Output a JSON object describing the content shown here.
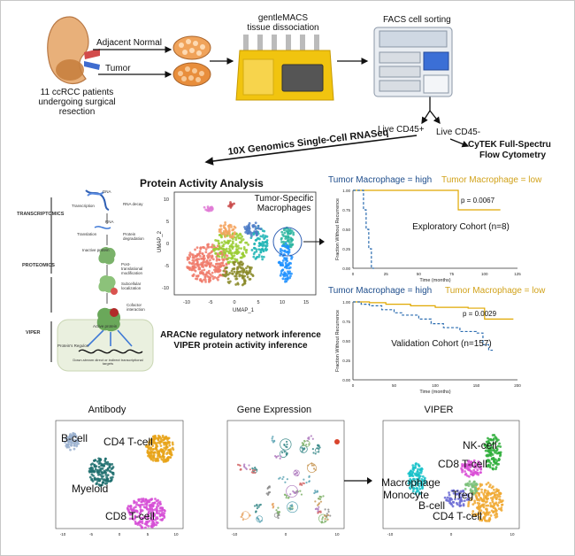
{
  "workflow": {
    "adjacent_normal": "Adjacent Normal",
    "tumor": "Tumor",
    "patients": [
      "11 ccRCC patients",
      "undergoing surgical",
      "resection"
    ],
    "gentlemacs": [
      "gentleMACS",
      "tissue dissociation"
    ],
    "facs": "FACS cell sorting",
    "live_cd45_pos": "Live CD45+",
    "live_cd45_neg": "Live CD45-",
    "cytek": [
      "CyTEK Full-Spectru",
      "Flow Cytometry"
    ],
    "tenx": "10X Genomics Single-Cell RNASeq"
  },
  "protein_activity": {
    "title": "Protein Activity Analysis",
    "tumor_specific": [
      "Tumor-Specific",
      "Macrophages"
    ],
    "aracne": "ARACNe regulatory network inference",
    "viper": "VIPER protein activity inference",
    "umap_x": "UMAP_1",
    "umap_y": "UMAP_2",
    "umap_x_ticks": [
      "-10",
      "-5",
      "0",
      "5",
      "10",
      "15"
    ],
    "umap_y_ticks": [
      "10",
      "5",
      "0",
      "-5",
      "-10"
    ]
  },
  "schematic": {
    "transcriptomics": "TRANSCRIPTOMICS",
    "proteomics": "PROTEOMICS",
    "viper": "VIPER",
    "dna": "DNA",
    "transcription": "Transcription",
    "rna_decay": "RNA decay",
    "rna": "RNA",
    "translation": "Translation",
    "protein_degradation": "Protein degradation",
    "inactive_protein": "Inactive protein",
    "ptm": "Post-translational modification",
    "subcellular": "Subcellular localization",
    "cofactor": "Cofactor interaction",
    "active_protein": "Active protein",
    "regulon": "Protein's Regulon",
    "targets": "Down-stream direct or indirect transcriptional targets"
  },
  "km_top": {
    "legend_high": "Tumor Macrophage = high",
    "legend_low": "Tumor Macrophage = low",
    "pvalue": "p = 0.0067",
    "cohort": "Exploratory Cohort (n=8)",
    "ylabel": "Fraction Without Recurrence",
    "xlabel": "Time (months)",
    "y_ticks": [
      "1.00",
      "0.75",
      "0.50",
      "0.25",
      "0.00"
    ],
    "x_ticks": [
      "0",
      "25",
      "50",
      "75",
      "100",
      "125"
    ]
  },
  "km_bottom": {
    "legend_high": "Tumor Macrophage = high",
    "legend_low": "Tumor Macrophage = low",
    "pvalue": "p = 0.0029",
    "cohort": "Validation Cohort (n=157)",
    "ylabel": "Fraction Without Recurrence",
    "xlabel": "Time (months)",
    "y_ticks": [
      "1.00",
      "0.75",
      "0.50",
      "0.25",
      "0.00"
    ],
    "x_ticks": [
      "0",
      "50",
      "100",
      "150",
      "200"
    ]
  },
  "bottom_panels": {
    "antibody": {
      "title": "Antibody",
      "labels": [
        "B-cell",
        "CD4 T-cell",
        "Myeloid",
        "CD8 T-cell"
      ],
      "x_ticks": [
        "-10",
        "-5",
        "0",
        "5",
        "10"
      ]
    },
    "gene_expression": {
      "title": "Gene Expression",
      "x_ticks": [
        "-10",
        "0",
        "10"
      ]
    },
    "viper": {
      "title": "VIPER",
      "labels": [
        "NK-cell",
        "CD8 T-cell",
        "Macrophage",
        "Monocyte",
        "Treg",
        "B-cell",
        "CD4 T-cell"
      ],
      "x_ticks": [
        "-10",
        "0",
        "10"
      ]
    }
  },
  "colors": {
    "km_high": "#2b6cb0",
    "km_low": "#e0a800",
    "legend_high": "#1f4e8c",
    "legend_low": "#d1a21a"
  }
}
